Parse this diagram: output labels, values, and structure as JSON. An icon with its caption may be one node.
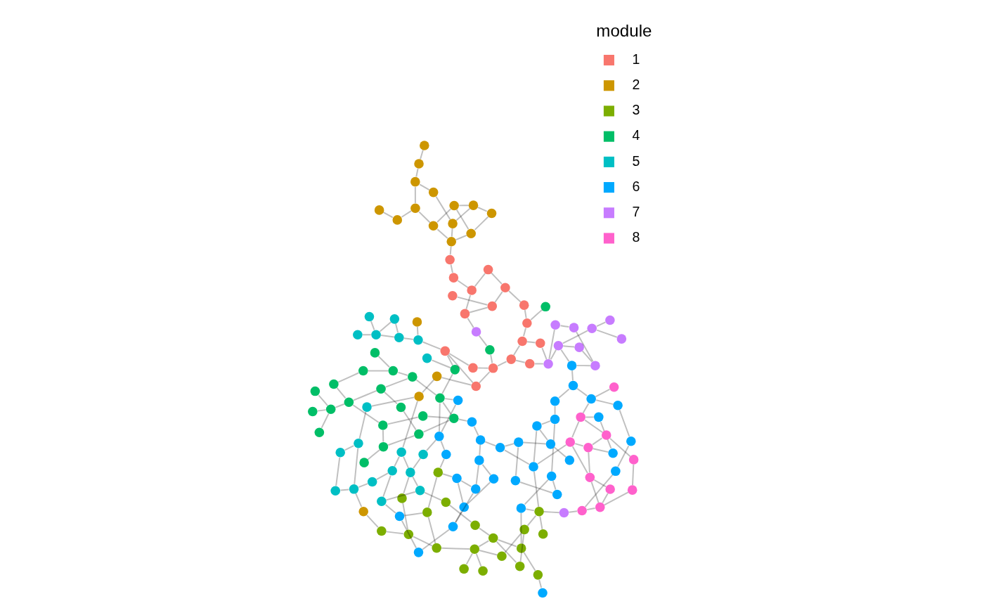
{
  "diagram": {
    "nodes": [
      {
        "text": [],
        "shape": "circle"
      },
      {
        "text": [],
        "shape": "circle"
      },
      {
        "text": [],
        "shape": "circle"
      },
      {
        "text": [],
        "shape": "circle"
      },
      {
        "text": [],
        "shape": "circle"
      },
      {
        "text": [],
        "shape": "circle"
      },
      {
        "text": [],
        "shape": "circle"
      },
      {
        "text": [],
        "shape": "circle"
      },
      {
        "text": [],
        "shape": "circle"
      },
      {
        "text": [],
        "shape": "circle"
      },
      {
        "text": [],
        "shape": "circle"
      },
      {
        "text": [],
        "shape": "circle"
      },
      {
        "text": [],
        "shape": "circle"
      },
      {
        "text": [],
        "shape": "circle"
      },
      {
        "text": [],
        "shape": "circle"
      },
      {
        "text": [],
        "shape": "circle"
      },
      {
        "text": [],
        "shape": "circle"
      },
      {
        "text": [],
        "shape": "circle"
      },
      {
        "text": [],
        "shape": "circle"
      },
      {
        "text": [],
        "shape": "circle"
      },
      {
        "text": [],
        "shape": "circle"
      },
      {
        "text": [],
        "shape": "circle"
      },
      {
        "text": [],
        "shape": "circle"
      },
      {
        "text": [],
        "shape": "circle"
      },
      {
        "text": [],
        "shape": "circle"
      },
      {
        "text": [],
        "shape": "circle"
      },
      {
        "text": [],
        "shape": "circle"
      },
      {
        "text": [],
        "shape": "circle"
      },
      {
        "text": [],
        "shape": "circle"
      },
      {
        "text": [],
        "shape": "circle"
      },
      {
        "text": [],
        "shape": "circle"
      },
      {
        "text": [],
        "shape": "circle"
      },
      {
        "text": [],
        "shape": "circle"
      },
      {
        "text": [],
        "shape": "circle"
      },
      {
        "text": [],
        "shape": "circle"
      },
      {
        "text": [],
        "shape": "circle"
      },
      {
        "text": [],
        "shape": "circle"
      },
      {
        "text": [],
        "shape": "circle"
      },
      {
        "text": [],
        "shape": "circle"
      },
      {
        "text": [],
        "shape": "circle"
      },
      {
        "text": [],
        "shape": "circle"
      },
      {
        "text": [],
        "shape": "circle"
      },
      {
        "text": [],
        "shape": "circle"
      },
      {
        "text": [],
        "shape": "circle"
      },
      {
        "text": [],
        "shape": "circle"
      },
      {
        "text": [],
        "shape": "circle"
      },
      {
        "text": [],
        "shape": "circle"
      },
      {
        "text": [],
        "shape": "circle"
      },
      {
        "text": [],
        "shape": "circle"
      },
      {
        "text": [],
        "shape": "circle"
      },
      {
        "text": [],
        "shape": "circle"
      },
      {
        "text": [],
        "shape": "circle"
      },
      {
        "text": [],
        "shape": "circle"
      },
      {
        "text": [],
        "shape": "circle"
      },
      {
        "text": [],
        "shape": "circle"
      },
      {
        "text": [],
        "shape": "circle"
      },
      {
        "text": [],
        "shape": "circle"
      },
      {
        "text": [],
        "shape": "circle"
      },
      {
        "text": [],
        "shape": "circle"
      },
      {
        "text": [],
        "shape": "circle"
      },
      {
        "text": [],
        "shape": "circle"
      },
      {
        "text": [],
        "shape": "circle"
      },
      {
        "text": [],
        "shape": "circle"
      },
      {
        "text": [],
        "shape": "circle"
      },
      {
        "text": [],
        "shape": "circle"
      },
      {
        "text": [],
        "shape": "circle"
      },
      {
        "text": [],
        "shape": "circle"
      },
      {
        "text": [],
        "shape": "circle"
      },
      {
        "text": [],
        "shape": "circle"
      },
      {
        "text": [],
        "shape": "circle"
      },
      {
        "text": [],
        "shape": "circle"
      },
      {
        "text": [],
        "shape": "circle"
      },
      {
        "text": [],
        "shape": "circle"
      },
      {
        "text": [],
        "shape": "circle"
      },
      {
        "text": [],
        "shape": "circle"
      },
      {
        "text": [],
        "shape": "circle"
      },
      {
        "text": [],
        "shape": "circle"
      },
      {
        "text": [],
        "shape": "circle"
      },
      {
        "text": [],
        "shape": "circle"
      },
      {
        "text": [],
        "shape": "circle"
      },
      {
        "text": [],
        "shape": "circle"
      },
      {
        "text": [],
        "shape": "circle"
      },
      {
        "text": [],
        "shape": "circle"
      },
      {
        "text": [],
        "shape": "circle"
      },
      {
        "text": [],
        "shape": "circle"
      },
      {
        "text": [],
        "shape": "circle"
      },
      {
        "text": [],
        "shape": "circle"
      },
      {
        "text": [],
        "shape": "circle"
      },
      {
        "text": [],
        "shape": "circle"
      },
      {
        "text": [],
        "shape": "circle"
      },
      {
        "text": [],
        "shape": "circle"
      },
      {
        "text": [],
        "shape": "circle"
      },
      {
        "text": [],
        "shape": "circle"
      },
      {
        "text": [],
        "shape": "circle"
      },
      {
        "text": [],
        "shape": "circle"
      },
      {
        "text": [],
        "shape": "circle"
      },
      {
        "text": [],
        "shape": "circle"
      },
      {
        "text": [],
        "shape": "circle"
      },
      {
        "text": [],
        "shape": "circle"
      },
      {
        "text": [],
        "shape": "circle"
      },
      {
        "text": [],
        "shape": "circle"
      },
      {
        "text": [],
        "shape": "circle"
      },
      {
        "text": [],
        "shape": "circle"
      },
      {
        "text": [],
        "shape": "circle"
      },
      {
        "text": [],
        "shape": "circle"
      },
      {
        "text": [],
        "shape": "circle"
      },
      {
        "text": [],
        "shape": "circle"
      },
      {
        "text": [],
        "shape": "circle"
      },
      {
        "text": [],
        "shape": "circle"
      },
      {
        "text": [],
        "shape": "circle"
      },
      {
        "text": [],
        "shape": "circle"
      },
      {
        "text": [],
        "shape": "circle"
      },
      {
        "text": [],
        "shape": "circle"
      },
      {
        "text": [],
        "shape": "circle"
      },
      {
        "text": [],
        "shape": "circle"
      },
      {
        "text": [],
        "shape": "circle"
      },
      {
        "text": [],
        "shape": "circle"
      },
      {
        "text": [],
        "shape": "circle"
      },
      {
        "text": [],
        "shape": "circle"
      },
      {
        "text": [],
        "shape": "circle"
      },
      {
        "text": [],
        "shape": "circle"
      },
      {
        "text": [],
        "shape": "circle"
      },
      {
        "text": [],
        "shape": "circle"
      },
      {
        "text": [],
        "shape": "circle"
      },
      {
        "text": [],
        "shape": "circle"
      },
      {
        "text": [],
        "shape": "circle"
      },
      {
        "text": [],
        "shape": "circle"
      },
      {
        "text": [],
        "shape": "circle"
      },
      {
        "text": [],
        "shape": "circle"
      },
      {
        "text": [],
        "shape": "circle"
      },
      {
        "text": [],
        "shape": "circle"
      },
      {
        "text": [],
        "shape": "circle"
      },
      {
        "text": [],
        "shape": "circle"
      },
      {
        "text": [],
        "shape": "circle"
      },
      {
        "text": [],
        "shape": "circle"
      },
      {
        "text": [],
        "shape": "circle"
      },
      {
        "text": [],
        "shape": "circle"
      },
      {
        "text": [],
        "shape": "circle"
      },
      {
        "text": [],
        "shape": "circle"
      },
      {
        "text": [],
        "shape": "circle"
      },
      {
        "text": [],
        "shape": "circle"
      },
      {
        "text": [],
        "shape": "circle"
      },
      {
        "text": [],
        "shape": "circle"
      },
      {
        "text": [],
        "shape": "circle"
      },
      {
        "text": [],
        "shape": "circle"
      },
      {
        "text": [],
        "shape": "circle"
      },
      {
        "text": [],
        "shape": "circle"
      },
      {
        "text": [],
        "shape": "circle"
      },
      {
        "text": [],
        "shape": "circle"
      },
      {
        "text": [],
        "shape": "circle"
      },
      {
        "text": [],
        "shape": "circle"
      },
      {
        "text": [],
        "shape": "circle"
      }
    ],
    "edges": [
      {
        "from": 0,
        "to": 6,
        "arrow": "none"
      },
      {
        "from": 1,
        "to": 18,
        "arrow": "none"
      },
      {
        "from": 1,
        "to": 8,
        "arrow": "none"
      },
      {
        "from": 2,
        "to": 6,
        "arrow": "none"
      },
      {
        "from": 2,
        "to": 12,
        "arrow": "none"
      },
      {
        "from": 2,
        "to": 11,
        "arrow": "none"
      },
      {
        "from": 3,
        "to": 19,
        "arrow": "none"
      },
      {
        "from": 4,
        "to": 10,
        "arrow": "none"
      },
      {
        "from": 4,
        "to": 6,
        "arrow": "none"
      },
      {
        "from": 6,
        "to": 8,
        "arrow": "none"
      },
      {
        "from": 7,
        "to": 8,
        "arrow": "none"
      },
      {
        "from": 6,
        "to": 9,
        "arrow": "none"
      },
      {
        "from": 7,
        "to": 10,
        "arrow": "none"
      },
      {
        "from": 8,
        "to": 13,
        "arrow": "none"
      },
      {
        "from": 10,
        "to": 14,
        "arrow": "none"
      },
      {
        "from": 14,
        "to": 15,
        "arrow": "none"
      },
      {
        "from": 14,
        "to": 53,
        "arrow": "none"
      },
      {
        "from": 5,
        "to": 12,
        "arrow": "none"
      },
      {
        "from": 12,
        "to": 16,
        "arrow": "none"
      },
      {
        "from": 11,
        "to": 17,
        "arrow": "none"
      },
      {
        "from": 13,
        "to": 21,
        "arrow": "none"
      },
      {
        "from": 16,
        "to": 94,
        "arrow": "none"
      },
      {
        "from": 18,
        "to": 79,
        "arrow": "none"
      },
      {
        "from": 5,
        "to": 87,
        "arrow": "none"
      },
      {
        "from": 20,
        "to": 11,
        "arrow": "none"
      },
      {
        "from": 20,
        "to": 35,
        "arrow": "none"
      },
      {
        "from": 21,
        "to": 23,
        "arrow": "none"
      },
      {
        "from": 21,
        "to": 14,
        "arrow": "none"
      },
      {
        "from": 22,
        "to": 39,
        "arrow": "none"
      },
      {
        "from": 22,
        "to": 17,
        "arrow": "none"
      },
      {
        "from": 23,
        "to": 25,
        "arrow": "none"
      },
      {
        "from": 23,
        "to": 29,
        "arrow": "none"
      },
      {
        "from": 24,
        "to": 38,
        "arrow": "none"
      },
      {
        "from": 24,
        "to": 36,
        "arrow": "none"
      },
      {
        "from": 25,
        "to": 28,
        "arrow": "none"
      },
      {
        "from": 26,
        "to": 30,
        "arrow": "none"
      },
      {
        "from": 27,
        "to": 30,
        "arrow": "none"
      },
      {
        "from": 27,
        "to": 41,
        "arrow": "none"
      },
      {
        "from": 28,
        "to": 31,
        "arrow": "none"
      },
      {
        "from": 29,
        "to": 32,
        "arrow": "none"
      },
      {
        "from": 30,
        "to": 37,
        "arrow": "none"
      },
      {
        "from": 31,
        "to": 38,
        "arrow": "none"
      },
      {
        "from": 32,
        "to": 45,
        "arrow": "none"
      },
      {
        "from": 33,
        "to": 44,
        "arrow": "none"
      },
      {
        "from": 34,
        "to": 47,
        "arrow": "none"
      },
      {
        "from": 35,
        "to": 37,
        "arrow": "none"
      },
      {
        "from": 36,
        "to": 40,
        "arrow": "none"
      },
      {
        "from": 37,
        "to": 42,
        "arrow": "none"
      },
      {
        "from": 38,
        "to": 46,
        "arrow": "none"
      },
      {
        "from": 39,
        "to": 113,
        "arrow": "none"
      },
      {
        "from": 40,
        "to": 49,
        "arrow": "none"
      },
      {
        "from": 41,
        "to": 46,
        "arrow": "none"
      },
      {
        "from": 42,
        "to": 41,
        "arrow": "none"
      },
      {
        "from": 43,
        "to": 45,
        "arrow": "none"
      },
      {
        "from": 44,
        "to": 50,
        "arrow": "none"
      },
      {
        "from": 46,
        "to": 48,
        "arrow": "none"
      },
      {
        "from": 48,
        "to": 115,
        "arrow": "none"
      },
      {
        "from": 51,
        "to": 113,
        "arrow": "none"
      },
      {
        "from": 45,
        "to": 52,
        "arrow": "none"
      },
      {
        "from": 52,
        "to": 54,
        "arrow": "none"
      },
      {
        "from": 33,
        "to": 43,
        "arrow": "none"
      },
      {
        "from": 29,
        "to": 36,
        "arrow": "none"
      },
      {
        "from": 31,
        "to": 40,
        "arrow": "none"
      },
      {
        "from": 26,
        "to": 42,
        "arrow": "none"
      },
      {
        "from": 39,
        "to": 51,
        "arrow": "none"
      },
      {
        "from": 53,
        "to": 74,
        "arrow": "none"
      },
      {
        "from": 54,
        "to": 56,
        "arrow": "none"
      },
      {
        "from": 54,
        "to": 59,
        "arrow": "none"
      },
      {
        "from": 56,
        "to": 61,
        "arrow": "none"
      },
      {
        "from": 55,
        "to": 60,
        "arrow": "none"
      },
      {
        "from": 58,
        "to": 60,
        "arrow": "none"
      },
      {
        "from": 59,
        "to": 62,
        "arrow": "none"
      },
      {
        "from": 60,
        "to": 61,
        "arrow": "none"
      },
      {
        "from": 61,
        "to": 63,
        "arrow": "none"
      },
      {
        "from": 57,
        "to": 117,
        "arrow": "none"
      },
      {
        "from": 57,
        "to": 142,
        "arrow": "none"
      },
      {
        "from": 62,
        "to": 63,
        "arrow": "none"
      },
      {
        "from": 63,
        "to": 147,
        "arrow": "none"
      },
      {
        "from": 52,
        "to": 61,
        "arrow": "none"
      },
      {
        "from": 64,
        "to": 65,
        "arrow": "none"
      },
      {
        "from": 64,
        "to": 66,
        "arrow": "none"
      },
      {
        "from": 64,
        "to": 67,
        "arrow": "none"
      },
      {
        "from": 66,
        "to": 67,
        "arrow": "none"
      },
      {
        "from": 66,
        "to": 72,
        "arrow": "none"
      },
      {
        "from": 67,
        "to": 68,
        "arrow": "none"
      },
      {
        "from": 68,
        "to": 69,
        "arrow": "none"
      },
      {
        "from": 69,
        "to": 70,
        "arrow": "none"
      },
      {
        "from": 70,
        "to": 73,
        "arrow": "none"
      },
      {
        "from": 64,
        "to": 73,
        "arrow": "none"
      },
      {
        "from": 65,
        "to": 73,
        "arrow": "none"
      },
      {
        "from": 71,
        "to": 43,
        "arrow": "none"
      },
      {
        "from": 72,
        "to": 43,
        "arrow": "none"
      },
      {
        "from": 74,
        "to": 73,
        "arrow": "none"
      },
      {
        "from": 68,
        "to": 72,
        "arrow": "none"
      },
      {
        "from": 24,
        "to": 66,
        "arrow": "none"
      },
      {
        "from": 34,
        "to": 67,
        "arrow": "none"
      },
      {
        "from": 75,
        "to": 80,
        "arrow": "none"
      },
      {
        "from": 77,
        "to": 80,
        "arrow": "none"
      },
      {
        "from": 76,
        "to": 78,
        "arrow": "none"
      },
      {
        "from": 76,
        "to": 83,
        "arrow": "none"
      },
      {
        "from": 78,
        "to": 81,
        "arrow": "none"
      },
      {
        "from": 78,
        "to": 88,
        "arrow": "none"
      },
      {
        "from": 80,
        "to": 84,
        "arrow": "none"
      },
      {
        "from": 80,
        "to": 90,
        "arrow": "none"
      },
      {
        "from": 81,
        "to": 85,
        "arrow": "none"
      },
      {
        "from": 83,
        "to": 86,
        "arrow": "none"
      },
      {
        "from": 83,
        "to": 82,
        "arrow": "none"
      },
      {
        "from": 84,
        "to": 90,
        "arrow": "none"
      },
      {
        "from": 85,
        "to": 88,
        "arrow": "none"
      },
      {
        "from": 86,
        "to": 87,
        "arrow": "none"
      },
      {
        "from": 87,
        "to": 89,
        "arrow": "none"
      },
      {
        "from": 82,
        "to": 79,
        "arrow": "none"
      },
      {
        "from": 88,
        "to": 91,
        "arrow": "none"
      },
      {
        "from": 90,
        "to": 92,
        "arrow": "none"
      },
      {
        "from": 92,
        "to": 134,
        "arrow": "none"
      },
      {
        "from": 89,
        "to": 39,
        "arrow": "none"
      },
      {
        "from": 91,
        "to": 100,
        "arrow": "none"
      },
      {
        "from": 86,
        "to": 100,
        "arrow": "none"
      },
      {
        "from": 93,
        "to": 112,
        "arrow": "none"
      },
      {
        "from": 79,
        "to": 87,
        "arrow": "none"
      },
      {
        "from": 94,
        "to": 78,
        "arrow": "none"
      },
      {
        "from": 95,
        "to": 96,
        "arrow": "none"
      },
      {
        "from": 95,
        "to": 98,
        "arrow": "none"
      },
      {
        "from": 96,
        "to": 99,
        "arrow": "none"
      },
      {
        "from": 97,
        "to": 101,
        "arrow": "none"
      },
      {
        "from": 98,
        "to": 106,
        "arrow": "none"
      },
      {
        "from": 99,
        "to": 107,
        "arrow": "none"
      },
      {
        "from": 100,
        "to": 104,
        "arrow": "none"
      },
      {
        "from": 101,
        "to": 105,
        "arrow": "none"
      },
      {
        "from": 103,
        "to": 105,
        "arrow": "none"
      },
      {
        "from": 103,
        "to": 98,
        "arrow": "none"
      },
      {
        "from": 105,
        "to": 109,
        "arrow": "none"
      },
      {
        "from": 106,
        "to": 108,
        "arrow": "none"
      },
      {
        "from": 107,
        "to": 108,
        "arrow": "none"
      },
      {
        "from": 108,
        "to": 109,
        "arrow": "none"
      },
      {
        "from": 109,
        "to": 110,
        "arrow": "none"
      },
      {
        "from": 110,
        "to": 111,
        "arrow": "none"
      },
      {
        "from": 106,
        "to": 137,
        "arrow": "none"
      },
      {
        "from": 102,
        "to": 92,
        "arrow": "none"
      },
      {
        "from": 104,
        "to": 135,
        "arrow": "none"
      },
      {
        "from": 99,
        "to": 106,
        "arrow": "none"
      },
      {
        "from": 95,
        "to": 107,
        "arrow": "none"
      },
      {
        "from": 112,
        "to": 113,
        "arrow": "none"
      },
      {
        "from": 112,
        "to": 134,
        "arrow": "none"
      },
      {
        "from": 113,
        "to": 115,
        "arrow": "none"
      },
      {
        "from": 113,
        "to": 116,
        "arrow": "none"
      },
      {
        "from": 114,
        "to": 115,
        "arrow": "none"
      },
      {
        "from": 114,
        "to": 119,
        "arrow": "none"
      },
      {
        "from": 115,
        "to": 122,
        "arrow": "none"
      },
      {
        "from": 116,
        "to": 118,
        "arrow": "none"
      },
      {
        "from": 117,
        "to": 138,
        "arrow": "none"
      },
      {
        "from": 118,
        "to": 120,
        "arrow": "none"
      },
      {
        "from": 120,
        "to": 123,
        "arrow": "none"
      },
      {
        "from": 121,
        "to": 126,
        "arrow": "none"
      },
      {
        "from": 122,
        "to": 127,
        "arrow": "none"
      },
      {
        "from": 123,
        "to": 126,
        "arrow": "none"
      },
      {
        "from": 124,
        "to": 118,
        "arrow": "none"
      },
      {
        "from": 125,
        "to": 128,
        "arrow": "none"
      },
      {
        "from": 126,
        "to": 129,
        "arrow": "none"
      },
      {
        "from": 127,
        "to": 128,
        "arrow": "none"
      },
      {
        "from": 129,
        "to": 130,
        "arrow": "none"
      },
      {
        "from": 129,
        "to": 132,
        "arrow": "none"
      },
      {
        "from": 129,
        "to": 133,
        "arrow": "none"
      },
      {
        "from": 131,
        "to": 146,
        "arrow": "none"
      },
      {
        "from": 119,
        "to": 121,
        "arrow": "none"
      },
      {
        "from": 116,
        "to": 121,
        "arrow": "none"
      },
      {
        "from": 114,
        "to": 128,
        "arrow": "none"
      },
      {
        "from": 126,
        "to": 127,
        "arrow": "none"
      },
      {
        "from": 134,
        "to": 135,
        "arrow": "none"
      },
      {
        "from": 135,
        "to": 138,
        "arrow": "none"
      },
      {
        "from": 136,
        "to": 138,
        "arrow": "none"
      },
      {
        "from": 137,
        "to": 139,
        "arrow": "none"
      },
      {
        "from": 139,
        "to": 141,
        "arrow": "none"
      },
      {
        "from": 141,
        "to": 142,
        "arrow": "none"
      },
      {
        "from": 142,
        "to": 143,
        "arrow": "none"
      },
      {
        "from": 143,
        "to": 144,
        "arrow": "none"
      },
      {
        "from": 144,
        "to": 145,
        "arrow": "none"
      },
      {
        "from": 145,
        "to": 146,
        "arrow": "none"
      },
      {
        "from": 146,
        "to": 148,
        "arrow": "none"
      },
      {
        "from": 148,
        "to": 150,
        "arrow": "none"
      },
      {
        "from": 140,
        "to": 147,
        "arrow": "none"
      },
      {
        "from": 141,
        "to": 149,
        "arrow": "none"
      },
      {
        "from": 149,
        "to": 144,
        "arrow": "none"
      },
      {
        "from": 151,
        "to": 143,
        "arrow": "none"
      },
      {
        "from": 136,
        "to": 134,
        "arrow": "none"
      },
      {
        "from": 138,
        "to": 140,
        "arrow": "none"
      },
      {
        "from": 140,
        "to": 148,
        "arrow": "none"
      },
      {
        "from": 150,
        "to": 63,
        "arrow": "none"
      },
      {
        "from": 47,
        "to": 72,
        "arrow": "none"
      },
      {
        "from": 50,
        "to": 74,
        "arrow": "none"
      },
      {
        "from": 14,
        "to": 24,
        "arrow": "none"
      },
      {
        "from": 3,
        "to": 13,
        "arrow": "none"
      },
      {
        "from": 17,
        "to": 26,
        "arrow": "none"
      },
      {
        "from": 20,
        "to": 82,
        "arrow": "none"
      }
    ],
    "labels": [
      "module"
    ],
    "legend": [
      {
        "text": "1",
        "color": "#f8766d"
      },
      {
        "text": "2",
        "color": "#cd9600"
      },
      {
        "text": "3",
        "color": "#7cae00"
      },
      {
        "text": "4",
        "color": "#00be67"
      },
      {
        "text": "5",
        "color": "#00bfc4"
      },
      {
        "text": "6",
        "color": "#00a9ff"
      },
      {
        "text": "7",
        "color": "#c77cff"
      },
      {
        "text": "8",
        "color": "#ff61cc"
      }
    ]
  }
}
